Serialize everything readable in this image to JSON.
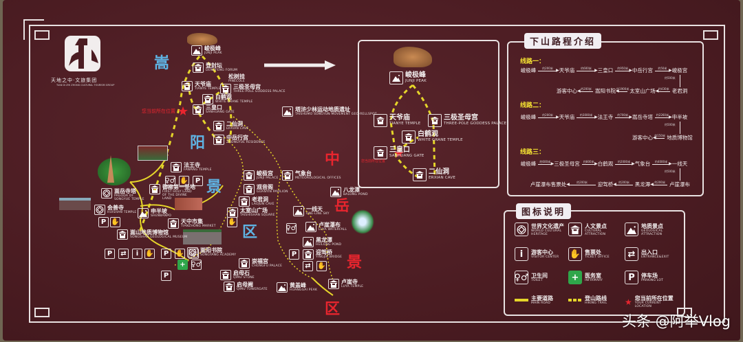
{
  "logo": {
    "text_zh": "天地之中·文旅集团",
    "text_en": "TIAN DI ZHI ZHONG CULTURAL TOURISM GROUP"
  },
  "area_labels": {
    "songyang": [
      "嵩",
      "阳",
      "景",
      "区"
    ],
    "zhongyue": [
      "中",
      "岳",
      "景",
      "区"
    ]
  },
  "you_are_here": "您当前所在位置",
  "colors": {
    "board": "#4b1c22",
    "main_road": "#e5d52a",
    "hiking_trail": "#e5d52a",
    "current_location": "#e8252e",
    "songyang_label": "#5fb3e3",
    "zhongyue_label": "#e8252e"
  },
  "pois": [
    {
      "zh": "峻极峰",
      "en": "JUNJI PEAK",
      "icon": "geological-attraction-icon"
    },
    {
      "zh": "登封坛",
      "en": "DENGFENG FORUM",
      "icon": "cultural-attraction-icon"
    },
    {
      "zh": "松树挂",
      "en": "PINECOLE",
      "icon": ""
    },
    {
      "zh": "天爷庙",
      "en": "TIANYE TEMPLE",
      "icon": "cultural-attraction-icon"
    },
    {
      "zh": "三极圣母宫",
      "en": "THREE-POLE GODDESS PALACE",
      "icon": "cultural-attraction-icon"
    },
    {
      "zh": "白鹤观",
      "en": "WHITE GRANE TEMPLE",
      "icon": "cultural-attraction-icon"
    },
    {
      "zh": "三皇口",
      "en": "SANHUANG GATE",
      "icon": "cultural-attraction-icon"
    },
    {
      "zh": "二仙洞",
      "en": "ERXIAN CAVE",
      "icon": "cultural-attraction-icon"
    },
    {
      "zh": "中岳行宫",
      "en": "ZHONGYUE RESIDENCE",
      "icon": "cultural-attraction-icon"
    },
    {
      "zh": "塔浒少林运动地质遗址",
      "en": "TAISHUMO SONGYUN MOVEMENT GEO-RELLSPOT",
      "icon": "geological-attraction-icon"
    },
    {
      "zh": "法王寺",
      "en": "FAWANG TEMPLE",
      "icon": "cultural-attraction-icon"
    },
    {
      "zh": "嵩岳寺塔",
      "en": "PAGODA OF SONGYUE TEMPLE",
      "icon": "world-heritage-icon"
    },
    {
      "zh": "御柳第一圣地",
      "en": "FIRST HOLY LAND OF THE DIVINE LAND",
      "icon": "cultural-attraction-icon"
    },
    {
      "zh": "会善寺",
      "en": "HUISHAN TEMPLE",
      "icon": "world-heritage-icon"
    },
    {
      "zh": "申半坡",
      "en": "SHENBANPO",
      "icon": "geological-attraction-icon"
    },
    {
      "zh": "天中市集",
      "en": "TIANZHONG MARKET",
      "icon": "cultural-attraction-icon"
    },
    {
      "zh": "嵩山地质博物馆",
      "en": "SONGSHAN GEOLOGICAL MUSEUM",
      "icon": "cultural-attraction-icon"
    },
    {
      "zh": "嵩阳书院",
      "en": "SONGYANG ACADEMY",
      "icon": "world-heritage-icon"
    },
    {
      "zh": "峻极宫",
      "en": "JUNJI PALACE",
      "icon": "cultural-attraction-icon"
    },
    {
      "zh": "观音阁",
      "en": "GUANYIN PAVILION",
      "icon": "cultural-attraction-icon"
    },
    {
      "zh": "老君洞",
      "en": "LAOJUN CAVE",
      "icon": "cultural-attraction-icon"
    },
    {
      "zh": "太室山广场",
      "en": "TAISHISHAN SQUARE",
      "icon": "cultural-attraction-icon"
    },
    {
      "zh": "气象台",
      "en": "METEOROLOGICAL OFFICES",
      "icon": "cultural-attraction-icon"
    },
    {
      "zh": "八龙潭",
      "en": "BALONG POND",
      "icon": "geological-attraction-icon"
    },
    {
      "zh": "一线天",
      "en": "ONE-LINE SKY",
      "icon": "geological-attraction-icon"
    },
    {
      "zh": "卢崖瀑布",
      "en": "LUYA WATERFALL",
      "icon": "geological-attraction-icon"
    },
    {
      "zh": "黑龙潭",
      "en": "HEILONG POND",
      "icon": "geological-attraction-icon"
    },
    {
      "zh": "迎驾桥",
      "en": "YINGJIA BRIDGE",
      "icon": "cultural-attraction-icon"
    },
    {
      "zh": "崇福宫",
      "en": "CHONGFU PALACE",
      "icon": "cultural-attraction-icon"
    },
    {
      "zh": "启母石",
      "en": "QIMU STONE",
      "icon": "cultural-attraction-icon"
    },
    {
      "zh": "启母阙",
      "en": "QIMU TOWERGATE",
      "icon": "cultural-attraction-icon"
    },
    {
      "zh": "黄盖峰",
      "en": "HUANGGAI PEAK",
      "icon": "geological-attraction-icon"
    },
    {
      "zh": "卢崖寺",
      "en": "LUYA TEMPLE",
      "icon": "cultural-attraction-icon"
    }
  ],
  "services": [
    "toilet",
    "ticket",
    "parking",
    "parking",
    "ticket",
    "parking",
    "entrance",
    "info",
    "ticket",
    "parking",
    "ticket",
    "heritage",
    "infirmary",
    "toilet",
    "parking",
    "ticket",
    "toilet",
    "parking",
    "entrance",
    "ticket"
  ],
  "inset": {
    "pois": [
      {
        "zh": "峻极峰",
        "en": "JUNJI PEAK"
      },
      {
        "zh": "天爷庙",
        "en": "TIANYE TEMPLE"
      },
      {
        "zh": "三极圣母宫",
        "en": "THREE-POLE GODDESS PALACE"
      },
      {
        "zh": "白鹤观",
        "en": "WHITE GRANE TEMPLE"
      },
      {
        "zh": "三皇口",
        "en": "SANHUANG GATE"
      },
      {
        "zh": "二仙洞",
        "en": "ERXIAN CAVE"
      }
    ],
    "you_are_here": "您当前所在位置"
  },
  "routes": {
    "title": "下山路程介绍",
    "items": [
      {
        "title": "线路一：",
        "nodes": [
          "峻极峰",
          "天爷庙",
          "三皇口",
          "中岳行宫",
          "峻极宫",
          "老君洞",
          "太室山广场",
          "嵩阳书院",
          "游客中心"
        ],
        "dists": [
          "约200米",
          "约600米",
          "约950米",
          "约50米",
          "约500米",
          "约430米",
          "约1900米",
          "约200米"
        ]
      },
      {
        "title": "线路二：",
        "nodes": [
          "峻极峰",
          "天爷庙",
          "法王寺",
          "嵩岳寺塔",
          "申半坡",
          "地质博物馆",
          "游客中心"
        ],
        "dists": [
          "约200米",
          "约3000米",
          "约700米",
          "约2260米",
          "约500米",
          "约150米"
        ]
      },
      {
        "title": "线路三：",
        "nodes": [
          "峻极峰",
          "三极圣母宫",
          "白鹤观",
          "气象台",
          "一线天",
          "卢崖瀑布",
          "黑龙潭",
          "迎驾桥",
          "卢崖瀑布售票处"
        ],
        "dists": [
          "约600米",
          "约800米",
          "约2000米",
          "约4000米",
          "约500米",
          "约200米",
          "约200米",
          "约200米"
        ]
      }
    ]
  },
  "legend": {
    "title": "图标说明",
    "items": [
      {
        "zh": "世界文化遗产",
        "en": "WORLD CULTURAL HERITAGE",
        "icon": "world-heritage-icon"
      },
      {
        "zh": "人文景点",
        "en": "CULTURAL ATTRACTION",
        "icon": "cultural-attraction-icon"
      },
      {
        "zh": "地质景点",
        "en": "GEOLOGICAL ATTRACTION",
        "icon": "geological-attraction-icon"
      },
      {
        "zh": "游客中心",
        "en": "VISITOR CENTER",
        "icon": "info-icon"
      },
      {
        "zh": "售票处",
        "en": "TICKET OFFICE",
        "icon": "ticket-icon"
      },
      {
        "zh": "出入口",
        "en": "ENTRANCE&EXIT",
        "icon": "entrance-icon"
      },
      {
        "zh": "卫生间",
        "en": "TOILET",
        "icon": "toilet-icon"
      },
      {
        "zh": "医务室",
        "en": "INFIRMARY",
        "icon": "infirmary-icon"
      },
      {
        "zh": "停车场",
        "en": "PARKING LOT",
        "icon": "parking-icon"
      },
      {
        "zh": "主要道路",
        "en": "MAIN ROAD",
        "icon": "main-road-icon"
      },
      {
        "zh": "登山路线",
        "en": "HIKING TRAIL",
        "icon": "hiking-trail-icon"
      },
      {
        "zh": "您当前所在位置",
        "en": "YOUR CURRENT LOCATION",
        "icon": "star-icon"
      }
    ]
  },
  "watermark": "头条 @阿举Vlog"
}
